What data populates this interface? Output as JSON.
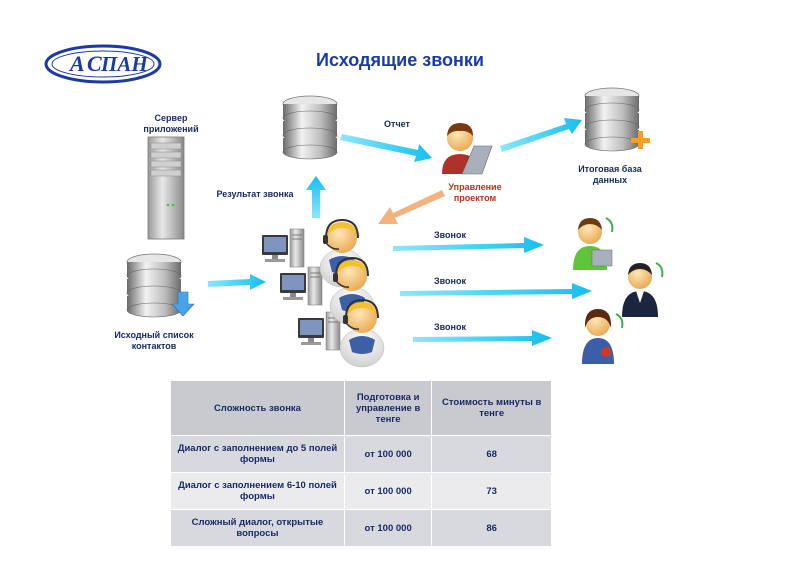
{
  "title": "Исходящие звонки",
  "logo": {
    "text_a": "А",
    "text_c": "С",
    "text_pan": "ПАН",
    "color": "#1a3aa8"
  },
  "labels": {
    "app_server": "Сервер приложений",
    "call_result": "Результат звонка",
    "report": "Отчет",
    "management": "Управление проектом",
    "final_db": "Итоговая база данных",
    "source_list": "Исходный список контактов",
    "call1": "Звонок",
    "call2": "Звонок",
    "call3": "Звонок"
  },
  "table": {
    "headers": [
      "Сложность звонка",
      "Подготовка и управление в тенге",
      "Стоимость минуты в тенге"
    ],
    "rows": [
      [
        "Диалог с заполнением  до 5 полей формы",
        "от 100 000",
        "68"
      ],
      [
        "Диалог с заполнением 6-10 полей формы",
        "от 100 000",
        "73"
      ],
      [
        "Сложный диалог, открытые вопросы",
        "от 100 000",
        "86"
      ]
    ]
  },
  "colors": {
    "arrow": "#1ec8f0",
    "arrow_return": "#f4b27e",
    "title": "#1a3aa8",
    "label": "#1a2a66",
    "highlight": "#c0301a"
  },
  "icons": [
    "database-icon",
    "server-tower-icon",
    "operator-headset-icon",
    "desktop-computer-icon",
    "manager-laptop-icon",
    "customer-phone-icon",
    "plus-icon",
    "download-arrow-icon"
  ]
}
